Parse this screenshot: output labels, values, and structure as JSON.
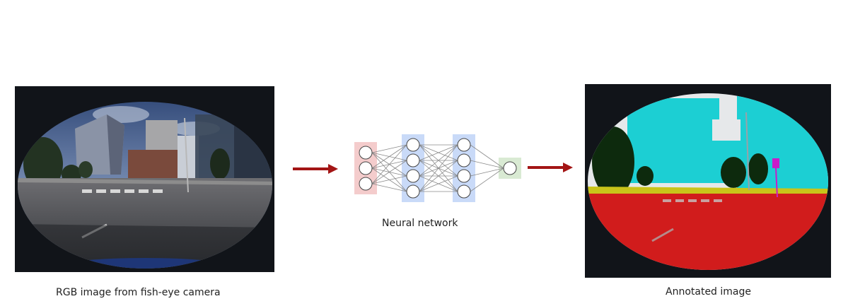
{
  "input": {
    "caption": "RGB image from fish-eye camera"
  },
  "network": {
    "caption": "Neural network",
    "layers": [
      3,
      4,
      4,
      1
    ],
    "layer_colors": [
      "#f4cccc",
      "#c9daf8",
      "#c9daf8",
      "#d9ead3"
    ]
  },
  "output": {
    "caption": "Annotated image"
  },
  "colors": {
    "arrow": "#a31515",
    "road": "#d11c1c",
    "building": "#1ccfd3",
    "vegetation": "#0d2a0d",
    "sidewalk": "#c8c41a",
    "sign": "#c91cc9",
    "panel_bg": "#111419"
  }
}
